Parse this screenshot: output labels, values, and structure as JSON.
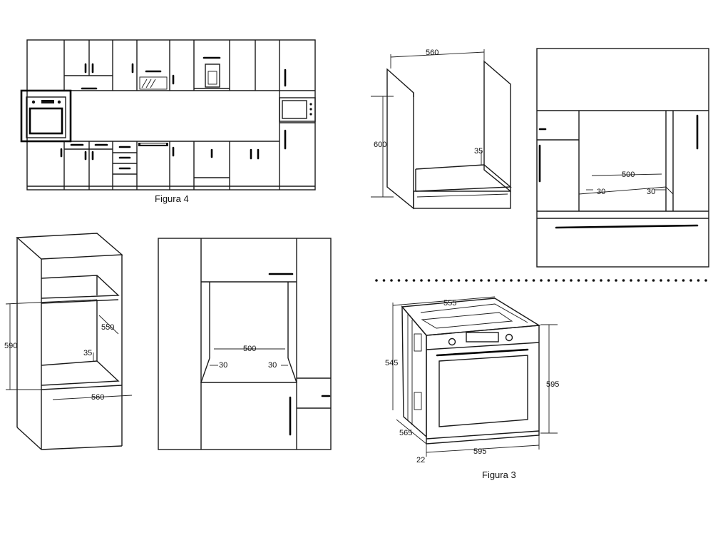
{
  "captions": {
    "figure4": "Figura 4",
    "figure3": "Figura 3"
  },
  "dims": {
    "cab_width": "560",
    "cab_height": "600",
    "cab_gap": "35",
    "niche_depth": "500",
    "niche_margin_left": "30",
    "niche_margin_right": "30",
    "tall_height": "590",
    "tall_depth": "550",
    "tall_gap": "35",
    "tall_width": "560",
    "tall_niche_depth": "500",
    "tall_margin_left": "30",
    "tall_margin_right": "30",
    "oven_width_top": "555",
    "oven_side_height": "545",
    "oven_front_height": "595",
    "oven_depth": "565",
    "oven_front_width": "595",
    "oven_offset": "22"
  }
}
